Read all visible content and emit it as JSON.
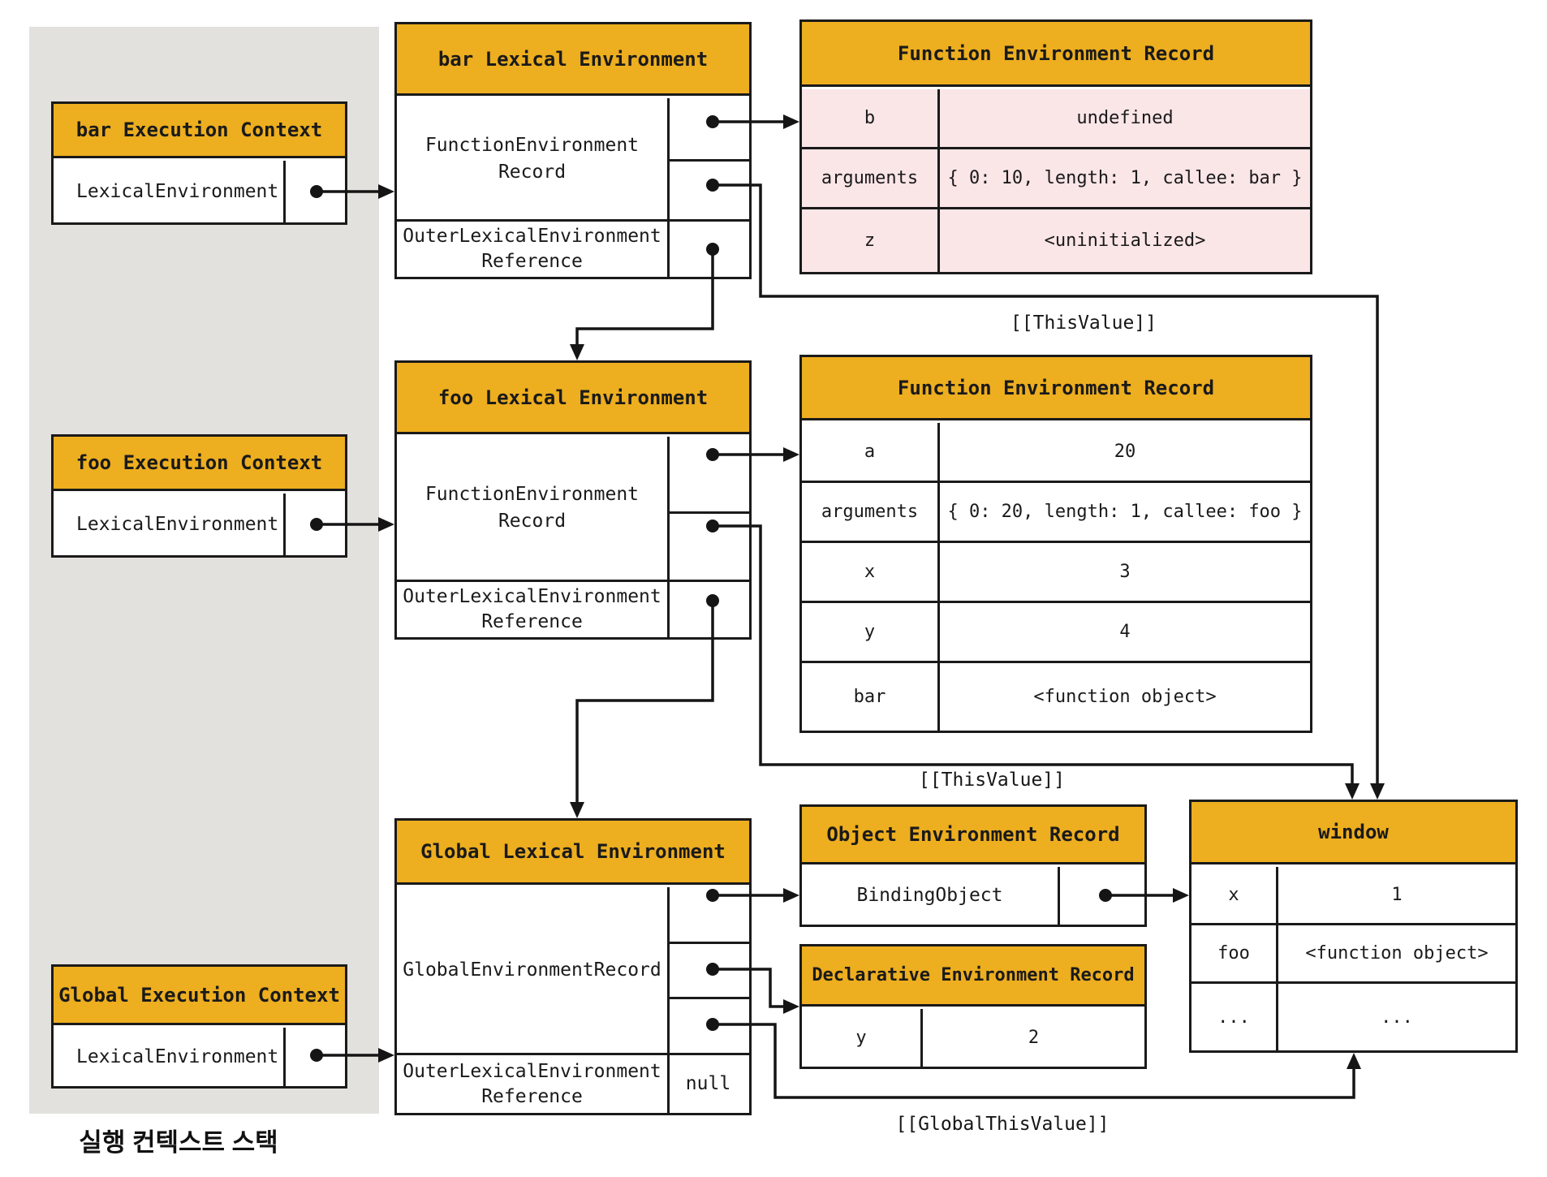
{
  "stack": {
    "caption": "실행 컨텍스트 스택"
  },
  "execution_contexts": {
    "bar": {
      "title": "bar Execution Context",
      "slot": "LexicalEnvironment"
    },
    "foo": {
      "title": "foo Execution Context",
      "slot": "LexicalEnvironment"
    },
    "global": {
      "title": "Global Execution Context",
      "slot": "LexicalEnvironment"
    }
  },
  "lexical_environments": {
    "bar": {
      "title": "bar Lexical Environment",
      "record_line1": "FunctionEnvironment",
      "record_line2": "Record",
      "outer_line1": "OuterLexicalEnvironment",
      "outer_line2": "Reference"
    },
    "foo": {
      "title": "foo Lexical Environment",
      "record_line1": "FunctionEnvironment",
      "record_line2": "Record",
      "outer_line1": "OuterLexicalEnvironment",
      "outer_line2": "Reference"
    },
    "global": {
      "title": "Global Lexical Environment",
      "record": "GlobalEnvironmentRecord",
      "outer_line1": "OuterLexicalEnvironment",
      "outer_line2": "Reference",
      "outer_value": "null"
    }
  },
  "function_record_bar": {
    "title": "Function Environment Record",
    "rows": [
      {
        "key": "b",
        "value": "undefined"
      },
      {
        "key": "arguments",
        "value": "{ 0: 10, length: 1, callee: bar }"
      },
      {
        "key": "z",
        "value": "<uninitialized>"
      }
    ]
  },
  "function_record_foo": {
    "title": "Function Environment Record",
    "rows": [
      {
        "key": "a",
        "value": "20"
      },
      {
        "key": "arguments",
        "value": "{ 0: 20, length: 1, callee: foo }"
      },
      {
        "key": "x",
        "value": "3"
      },
      {
        "key": "y",
        "value": "4"
      },
      {
        "key": "bar",
        "value": "<function object>"
      }
    ]
  },
  "object_record": {
    "title": "Object Environment Record",
    "binding": "BindingObject"
  },
  "declarative_record": {
    "title": "Declarative Environment Record",
    "rows": [
      {
        "key": "y",
        "value": "2"
      }
    ]
  },
  "window_object": {
    "title": "window",
    "rows": [
      {
        "key": "x",
        "value": "1"
      },
      {
        "key": "foo",
        "value": "<function object>"
      },
      {
        "key": "...",
        "value": "..."
      }
    ]
  },
  "labels": {
    "this_value_bar": "[[ThisValue]]",
    "this_value_foo": "[[ThisValue]]",
    "global_this_value": "[[GlobalThisValue]]"
  },
  "colors": {
    "orange": "#EDAE1F",
    "pink": "#FAE5E7",
    "gray": "#E3E1DE",
    "border": "#1A1A1A"
  }
}
